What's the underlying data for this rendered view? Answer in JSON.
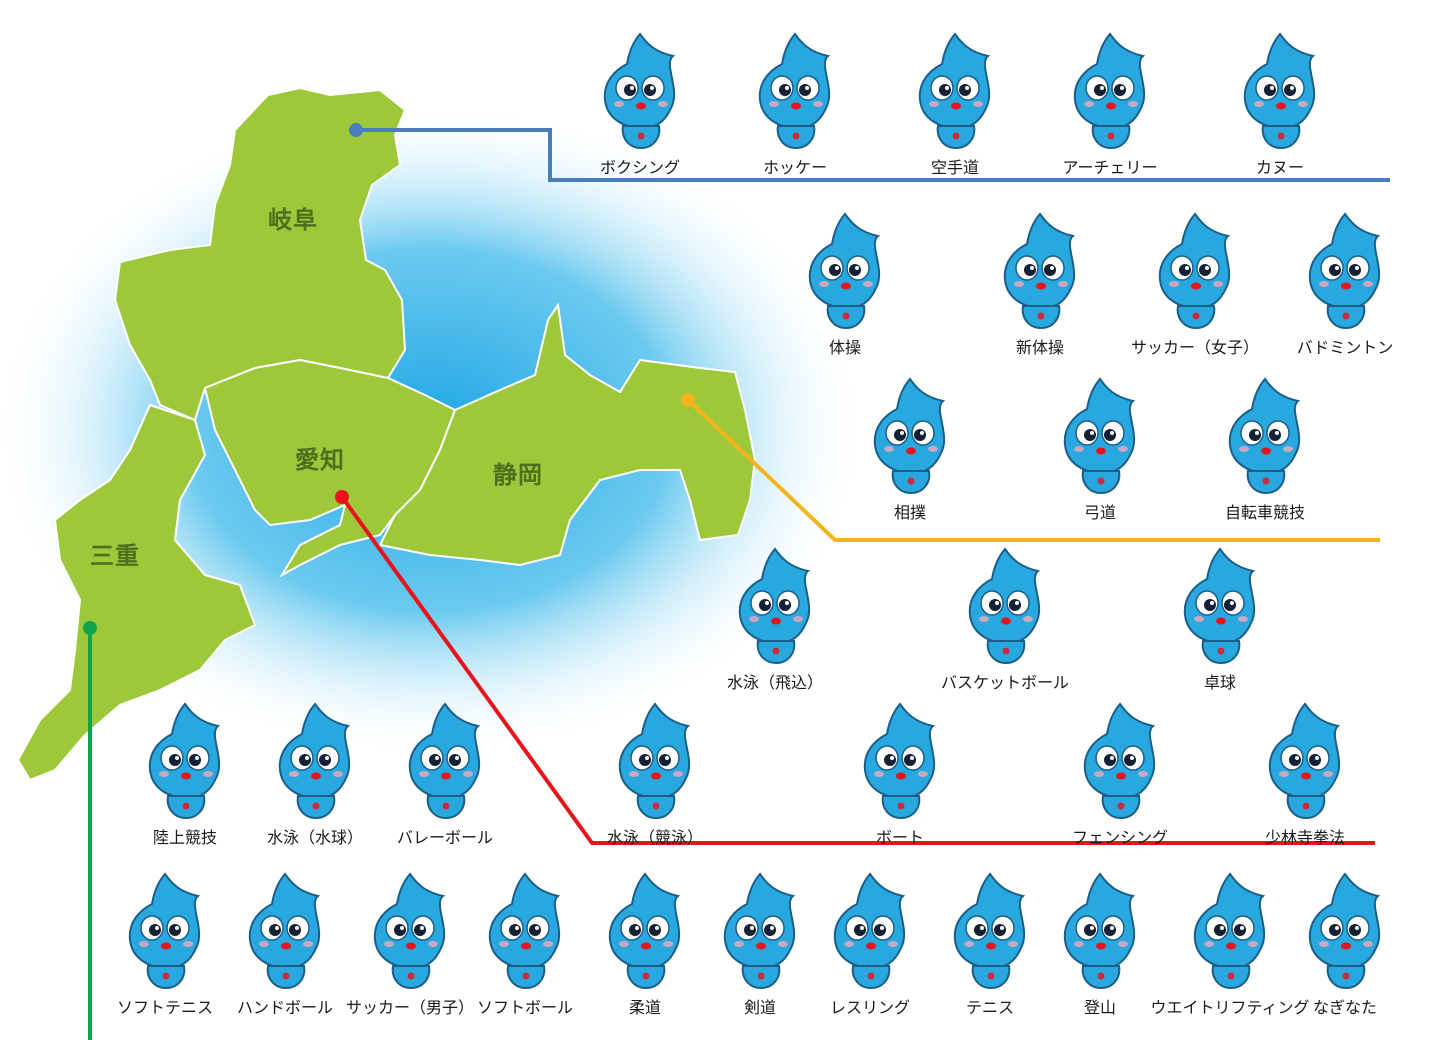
{
  "prefectures": [
    {
      "id": "gifu",
      "name": "岐阜"
    },
    {
      "id": "aichi",
      "name": "愛知"
    },
    {
      "id": "shizuoka",
      "name": "静岡"
    },
    {
      "id": "mie",
      "name": "三重"
    }
  ],
  "colors": {
    "gifu": "#4a7ebb",
    "shizuoka": "#f5b41c",
    "aichi": "#e8141c",
    "mie": "#12a34a",
    "land": "#9dc83a",
    "water": "#39b4e6",
    "mascot": "#29a8e0"
  },
  "groups": {
    "gifu": [
      "ボクシング",
      "ホッケー",
      "空手道",
      "アーチェリー",
      "カヌー"
    ],
    "shizuoka": [
      "体操",
      "新体操",
      "サッカー（女子）",
      "バドミントン",
      "相撲",
      "弓道",
      "自転車競技"
    ],
    "aichi": [
      "水泳（飛込）",
      "バスケットボール",
      "卓球",
      "水泳（競泳）",
      "ボート",
      "フェンシング",
      "少林寺拳法"
    ],
    "mie": [
      "陸上競技",
      "水泳（水球）",
      "バレーボール",
      "ソフトテニス",
      "ハンドボール",
      "サッカー（男子）",
      "ソフトボール",
      "柔道",
      "剣道",
      "レスリング",
      "テニス",
      "登山",
      "ウエイトリフティング",
      "なぎなた"
    ]
  }
}
